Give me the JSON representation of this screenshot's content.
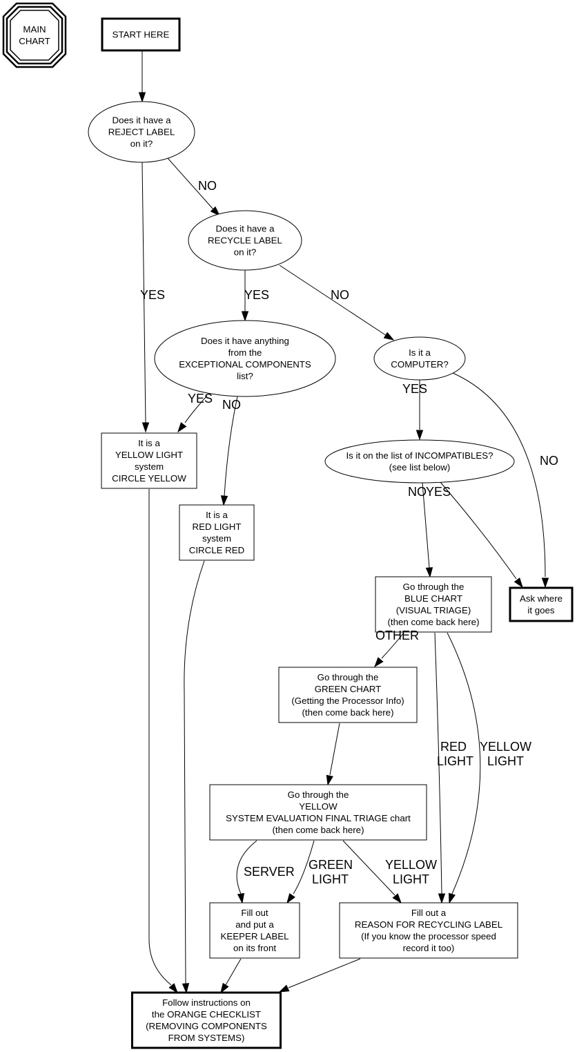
{
  "diagram": {
    "type": "flowchart",
    "title_node": {
      "id": "main_chart",
      "shape": "tripleoctagon",
      "lines": [
        "MAIN",
        "CHART"
      ]
    },
    "nodes": [
      {
        "id": "start",
        "shape": "box",
        "bold": true,
        "lines": [
          "START HERE"
        ]
      },
      {
        "id": "reject",
        "shape": "ellipse",
        "lines": [
          "Does it have a",
          "REJECT LABEL",
          "on it?"
        ]
      },
      {
        "id": "recycle",
        "shape": "ellipse",
        "lines": [
          "Does it have a",
          "RECYCLE LABEL",
          "on it?"
        ]
      },
      {
        "id": "exceptional",
        "shape": "ellipse",
        "lines": [
          "Does it have anything",
          "from the",
          "EXCEPTIONAL COMPONENTS",
          "list?"
        ]
      },
      {
        "id": "computer",
        "shape": "ellipse",
        "lines": [
          "Is it a",
          "COMPUTER?"
        ]
      },
      {
        "id": "yellow_light",
        "shape": "box",
        "bold": false,
        "lines": [
          "It is a",
          "YELLOW LIGHT",
          "system",
          "CIRCLE YELLOW"
        ]
      },
      {
        "id": "red_light",
        "shape": "box",
        "bold": false,
        "lines": [
          "It is a",
          "RED LIGHT",
          "system",
          "CIRCLE RED"
        ]
      },
      {
        "id": "incompatibles",
        "shape": "ellipse",
        "lines": [
          "Is it on the list of INCOMPATIBLES?",
          "(see list below)"
        ]
      },
      {
        "id": "blue_chart",
        "shape": "box",
        "bold": false,
        "lines": [
          "Go through the",
          "BLUE CHART",
          "(VISUAL TRIAGE)",
          "(then come back here)"
        ]
      },
      {
        "id": "ask",
        "shape": "box",
        "bold": true,
        "lines": [
          "Ask where",
          "it goes"
        ]
      },
      {
        "id": "green_chart",
        "shape": "box",
        "bold": false,
        "lines": [
          "Go through the",
          "GREEN CHART",
          "(Getting the Processor Info)",
          "(then come back here)"
        ]
      },
      {
        "id": "yellow_chart",
        "shape": "box",
        "bold": false,
        "lines": [
          "Go through the",
          "YELLOW",
          "SYSTEM EVALUATION FINAL TRIAGE chart",
          "(then come back here)"
        ]
      },
      {
        "id": "keeper",
        "shape": "box",
        "bold": false,
        "lines": [
          "Fill out",
          "and put a",
          "KEEPER LABEL",
          "on its front"
        ]
      },
      {
        "id": "reason",
        "shape": "box",
        "bold": false,
        "lines": [
          "Fill out a",
          "REASON FOR RECYCLING LABEL",
          "(If you know the processor speed",
          "record it too)"
        ]
      },
      {
        "id": "orange",
        "shape": "box",
        "bold": true,
        "lines": [
          "Follow instructions on",
          "the ORANGE CHECKLIST",
          "(REMOVING COMPONENTS",
          "FROM SYSTEMS)"
        ]
      }
    ],
    "edges": [
      {
        "id": "start-reject",
        "from": "start",
        "to": "reject",
        "label": []
      },
      {
        "id": "reject-yellow",
        "from": "reject",
        "to": "yellow_light",
        "label": [
          "YES"
        ]
      },
      {
        "id": "reject-recycle",
        "from": "reject",
        "to": "recycle",
        "label": [
          "NO"
        ]
      },
      {
        "id": "recycle-exceptional",
        "from": "recycle",
        "to": "exceptional",
        "label": [
          "YES"
        ]
      },
      {
        "id": "recycle-computer",
        "from": "recycle",
        "to": "computer",
        "label": [
          "NO"
        ]
      },
      {
        "id": "exceptional-yellow",
        "from": "exceptional",
        "to": "yellow_light",
        "label": [
          "YES"
        ]
      },
      {
        "id": "exceptional-red",
        "from": "exceptional",
        "to": "red_light",
        "label": [
          "NO"
        ]
      },
      {
        "id": "computer-incompatibles",
        "from": "computer",
        "to": "incompatibles",
        "label": [
          "YES"
        ]
      },
      {
        "id": "computer-ask",
        "from": "computer",
        "to": "ask",
        "label": [
          "NO"
        ]
      },
      {
        "id": "incompatibles-blue",
        "from": "incompatibles",
        "to": "blue_chart",
        "label": [
          "NO"
        ]
      },
      {
        "id": "incompatibles-ask",
        "from": "incompatibles",
        "to": "ask",
        "label": [
          "YES"
        ]
      },
      {
        "id": "blue-green",
        "from": "blue_chart",
        "to": "green_chart",
        "label": [
          "OTHER"
        ]
      },
      {
        "id": "blue-reason-red",
        "from": "blue_chart",
        "to": "reason",
        "label": [
          "RED",
          "LIGHT"
        ]
      },
      {
        "id": "blue-reason-yellow",
        "from": "blue_chart",
        "to": "reason",
        "label": [
          "YELLOW",
          "LIGHT"
        ]
      },
      {
        "id": "green-yellowchart",
        "from": "green_chart",
        "to": "yellow_chart",
        "label": []
      },
      {
        "id": "yellowchart-keeper-server",
        "from": "yellow_chart",
        "to": "keeper",
        "label": [
          "SERVER"
        ]
      },
      {
        "id": "yellowchart-keeper-green",
        "from": "yellow_chart",
        "to": "keeper",
        "label": [
          "GREEN",
          "LIGHT"
        ]
      },
      {
        "id": "yellowchart-reason",
        "from": "yellow_chart",
        "to": "reason",
        "label": [
          "YELLOW",
          "LIGHT"
        ]
      },
      {
        "id": "yellowlight-orange",
        "from": "yellow_light",
        "to": "orange",
        "label": []
      },
      {
        "id": "redlight-orange",
        "from": "red_light",
        "to": "orange",
        "label": []
      },
      {
        "id": "keeper-orange",
        "from": "keeper",
        "to": "orange",
        "label": []
      },
      {
        "id": "reason-orange",
        "from": "reason",
        "to": "orange",
        "label": []
      }
    ]
  }
}
